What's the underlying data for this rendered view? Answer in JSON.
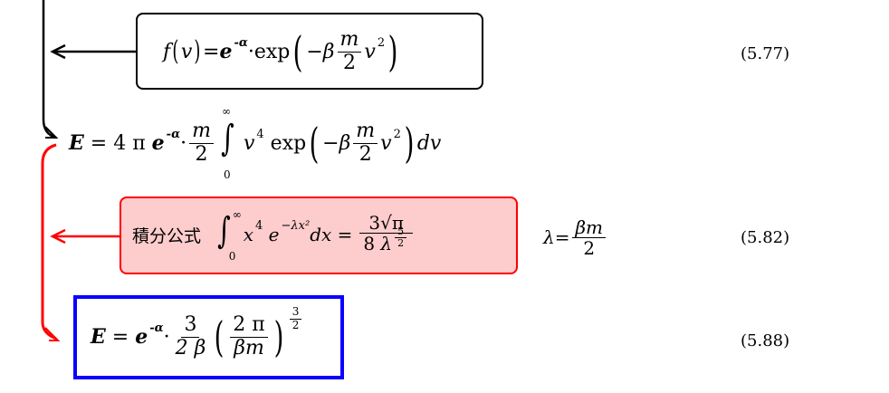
{
  "colors": {
    "flow_black": "#000000",
    "flow_red": "#ff0000",
    "box_red_fill": "#fdcccc",
    "box_blue": "#0a00ff"
  },
  "eq_577": {
    "lhs": "f",
    "arg": "v",
    "eq": "=",
    "e": "e",
    "exp_alpha": "-α",
    "dot": "·",
    "exp": "exp",
    "minus_beta": "−β",
    "m": "m",
    "two": "2",
    "v": "v",
    "sq": "2",
    "number": "(5.77)"
  },
  "eq_E": {
    "E": "E",
    "eq": "=",
    "four_pi": "4 π",
    "e": "e",
    "exp_alpha": "-α",
    "dot": "·",
    "m": "m",
    "two": "2",
    "upper": "∞",
    "lower": "0",
    "v": "v",
    "four": "4",
    "exp": "exp",
    "minus_beta": "−β",
    "v2": "v",
    "sq": "2",
    "dv": "dv"
  },
  "eq_582": {
    "label": "積分公式",
    "upper": "∞",
    "lower": "0",
    "x": "x",
    "four": "4",
    "e": "e",
    "exp": "−λx²",
    "dx": "dx",
    "eq": "=",
    "num": "3√π",
    "den_8": "8",
    "den_lambda": "λ",
    "five": "5",
    "two": "2",
    "number": "(5.82)"
  },
  "lambda_def": {
    "lambda": "λ",
    "eq": "=",
    "num": "βm",
    "den": "2"
  },
  "eq_588": {
    "E": "E",
    "eq": "=",
    "e": "e",
    "exp_alpha": "-α",
    "dot": "·",
    "num": "3",
    "den": "2 β",
    "inner_num": "2 π",
    "inner_den": "βm",
    "pow_num": "3",
    "pow_den": "2",
    "number": "(5.88)"
  }
}
